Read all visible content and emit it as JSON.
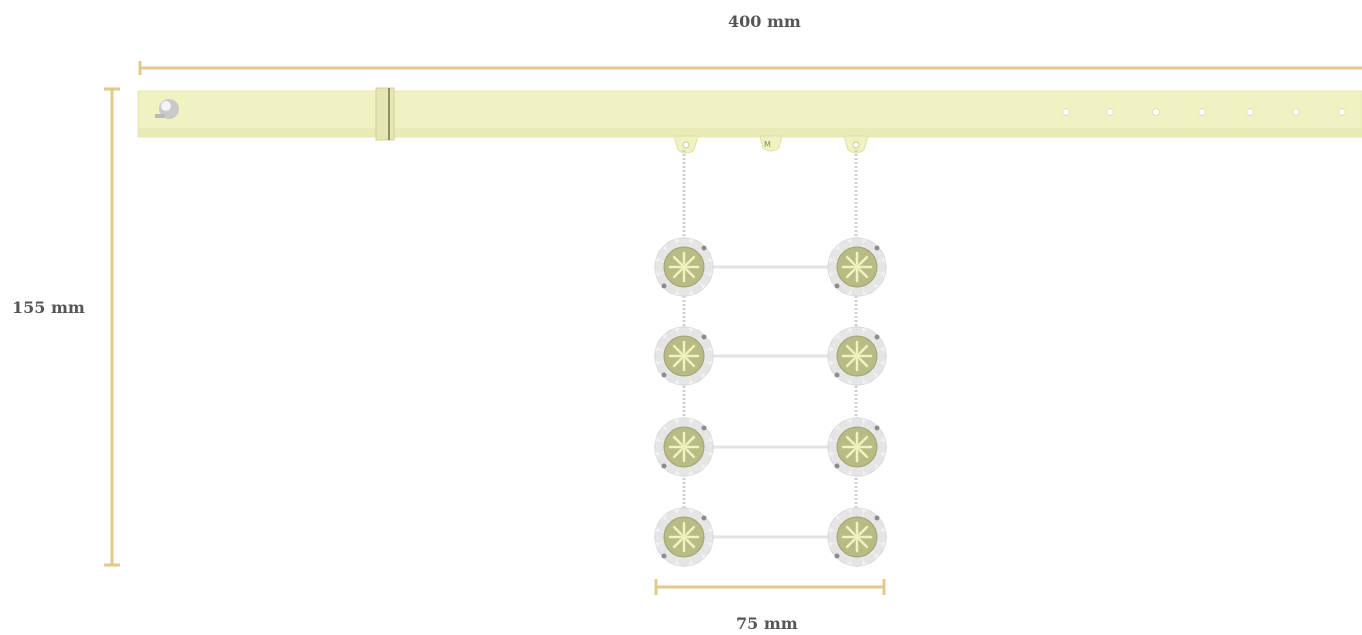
{
  "dimensions": {
    "width_label": "400 mm",
    "height_label": "155 mm",
    "spacing_label": "75 mm"
  },
  "colors": {
    "dimension_line": "#e2c98e",
    "belt": "#f1f2c2",
    "belt_edge": "#dfe0a8",
    "node_ring": "#d9d9d9",
    "node_core": "#b9bb84",
    "node_detail": "#f1f2c2",
    "chain": "#cfcfcf",
    "link": "#e6e6e6"
  },
  "diagram": {
    "belt_holes": 7,
    "node_rows": 4,
    "node_columns": 2
  }
}
